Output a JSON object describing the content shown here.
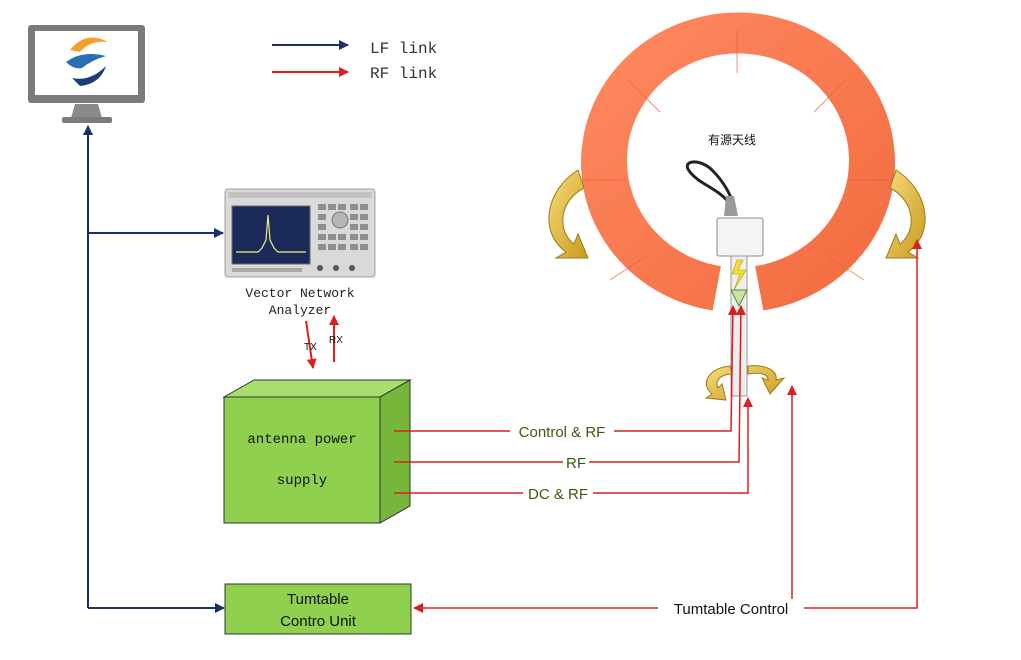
{
  "legend": {
    "lf_label": "LF link",
    "rf_label": "RF link"
  },
  "colors": {
    "lf": "#1a2f6e",
    "rf": "#d9201e",
    "ring": "#ff7b52",
    "box_green": "#8fd14f",
    "arrow_gold": "#e8c040",
    "label_green": "#3a5a10"
  },
  "vna": {
    "label_line1": "Vector Network",
    "label_line2": "Analyzer",
    "tx": "TX",
    "rx": "RX"
  },
  "power_supply": {
    "line1": "antenna power",
    "line2": "supply"
  },
  "links": {
    "control_rf": "Control & RF",
    "rf": "RF",
    "dc_rf": "DC & RF"
  },
  "turntable_unit": {
    "line1": "Tumtable",
    "line2": "Contro Unit"
  },
  "turntable_control": "Tumtable Control",
  "antenna_label": "有源天线"
}
